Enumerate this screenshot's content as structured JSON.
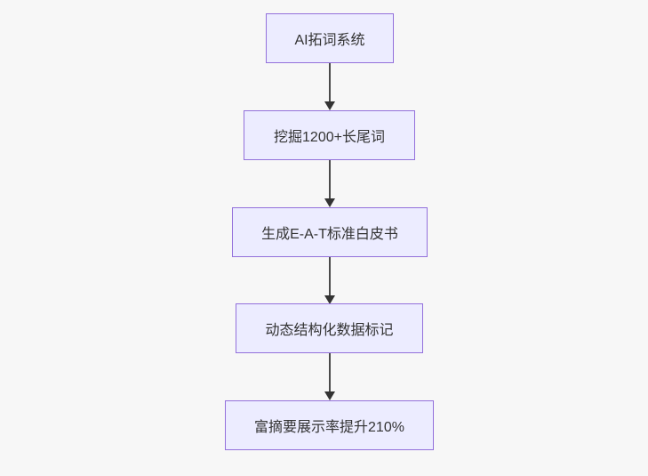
{
  "flowchart": {
    "type": "flowchart-top-down",
    "background_color": "#f7f7f7",
    "node_fill_color": "#ECECFF",
    "node_border_color": "#9370DB",
    "text_color": "#333333",
    "arrow_color": "#333333",
    "nodes": [
      {
        "id": "A",
        "label": "AI拓词系统"
      },
      {
        "id": "B",
        "label": "挖掘1200+长尾词"
      },
      {
        "id": "C",
        "label": "生成E-A-T标准白皮书"
      },
      {
        "id": "D",
        "label": "动态结构化数据标记"
      },
      {
        "id": "E",
        "label": "富摘要展示率提升210%"
      }
    ],
    "edges": [
      {
        "from": "A",
        "to": "B",
        "style": "arrow-down"
      },
      {
        "from": "B",
        "to": "C",
        "style": "arrow-down"
      },
      {
        "from": "C",
        "to": "D",
        "style": "arrow-down"
      },
      {
        "from": "D",
        "to": "E",
        "style": "arrow-down"
      }
    ]
  }
}
